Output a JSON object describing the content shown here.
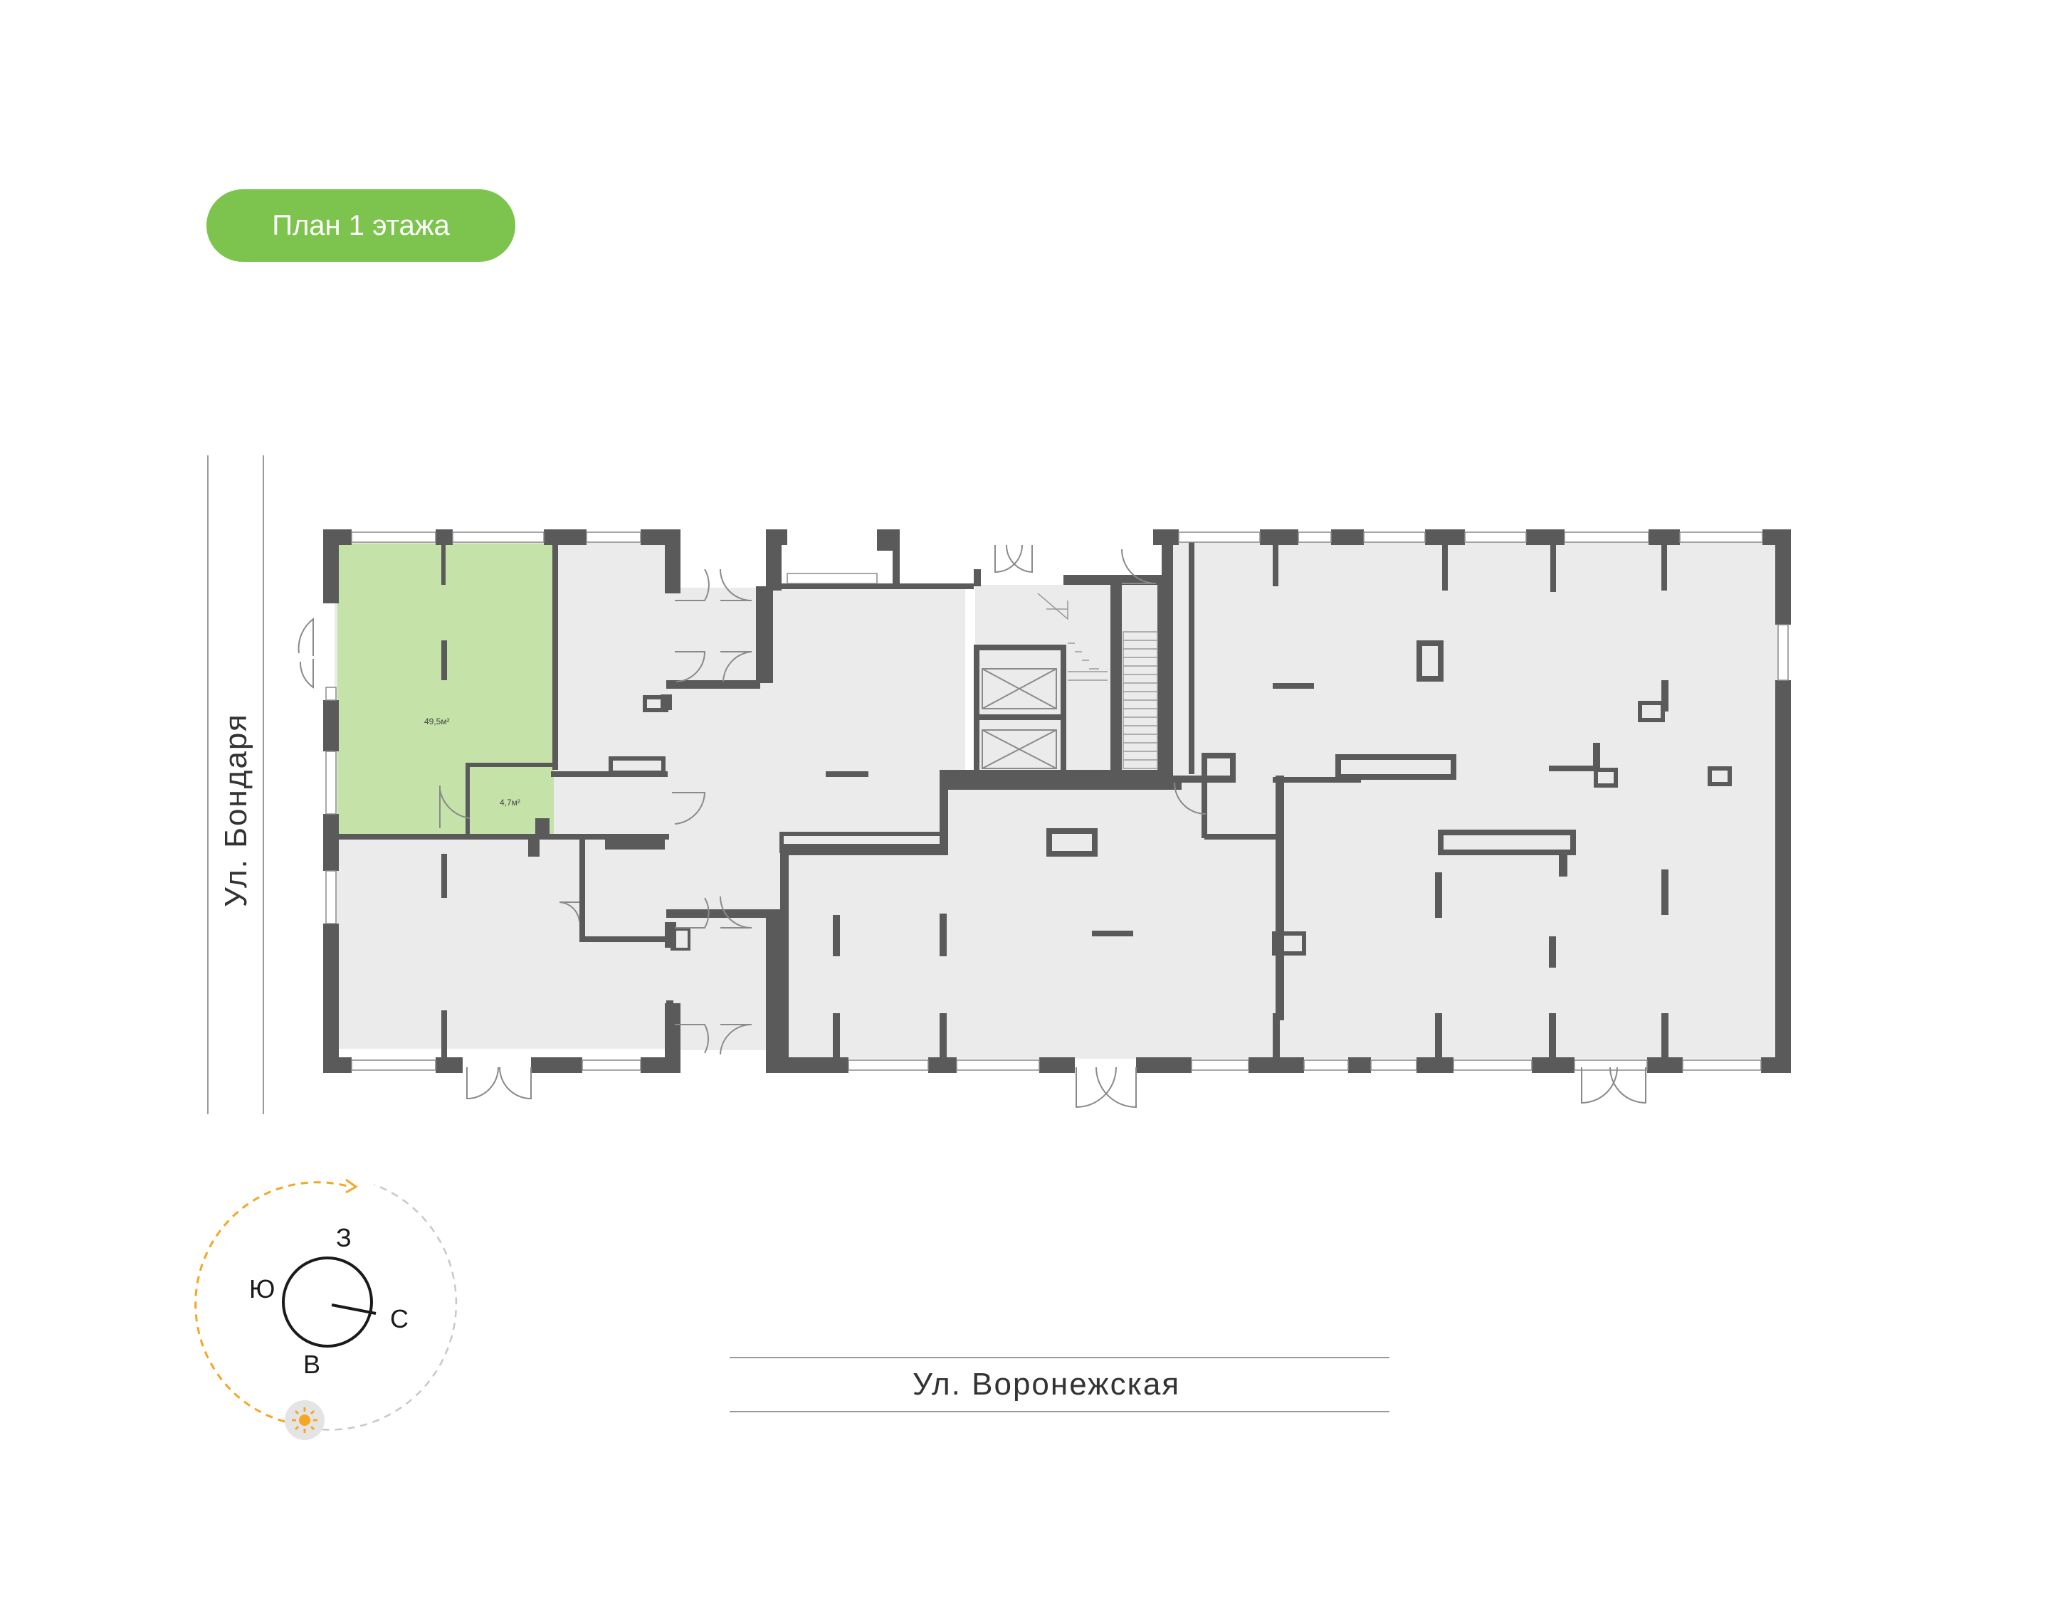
{
  "floor_label": "План 1 этажа",
  "streets": {
    "left": "Ул. Бондаря",
    "bottom": "Ул. Воронежская"
  },
  "units": {
    "main_area": "49,5м²",
    "bathroom_area": "4,7м²"
  },
  "compass": {
    "north": "С",
    "south": "Ю",
    "east": "В",
    "west": "З"
  },
  "colors": {
    "selected_unit": "#c5e3a9",
    "accent_green": "#7cc44e",
    "wall": "#5a5a5a",
    "floor": "#ebebeb",
    "sun": "#f5a623"
  }
}
